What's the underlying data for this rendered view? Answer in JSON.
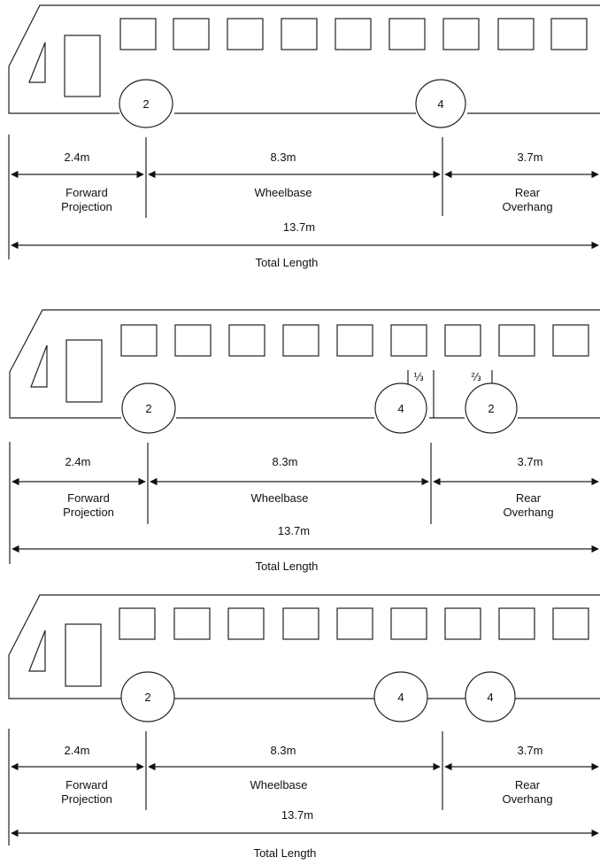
{
  "diagrams": [
    {
      "wheels": [
        "2",
        "4"
      ],
      "dims": {
        "forward": "2.4m",
        "wheelbase": "8.3m",
        "rear": "3.7m",
        "total": "13.7m"
      },
      "labels": {
        "forward_l1": "Forward",
        "forward_l2": "Projection",
        "wheelbase": "Wheelbase",
        "rear_l1": "Rear",
        "rear_l2": "Overhang",
        "total": "Total Length"
      }
    },
    {
      "wheels": [
        "2",
        "4",
        "2"
      ],
      "fractions": [
        "⅓",
        "⅔"
      ],
      "dims": {
        "forward": "2.4m",
        "wheelbase": "8.3m",
        "rear": "3.7m",
        "total": "13.7m"
      },
      "labels": {
        "forward_l1": "Forward",
        "forward_l2": "Projection",
        "wheelbase": "Wheelbase",
        "rear_l1": "Rear",
        "rear_l2": "Overhang",
        "total": "Total Length"
      }
    },
    {
      "wheels": [
        "2",
        "4",
        "4"
      ],
      "dims": {
        "forward": "2.4m",
        "wheelbase": "8.3m",
        "rear": "3.7m",
        "total": "13.7m"
      },
      "labels": {
        "forward_l1": "Forward",
        "forward_l2": "Projection",
        "wheelbase": "Wheelbase",
        "rear_l1": "Rear",
        "rear_l2": "Overhang",
        "total": "Total Length"
      }
    }
  ],
  "colors": {
    "line": "#222222",
    "background": "#ffffff"
  }
}
